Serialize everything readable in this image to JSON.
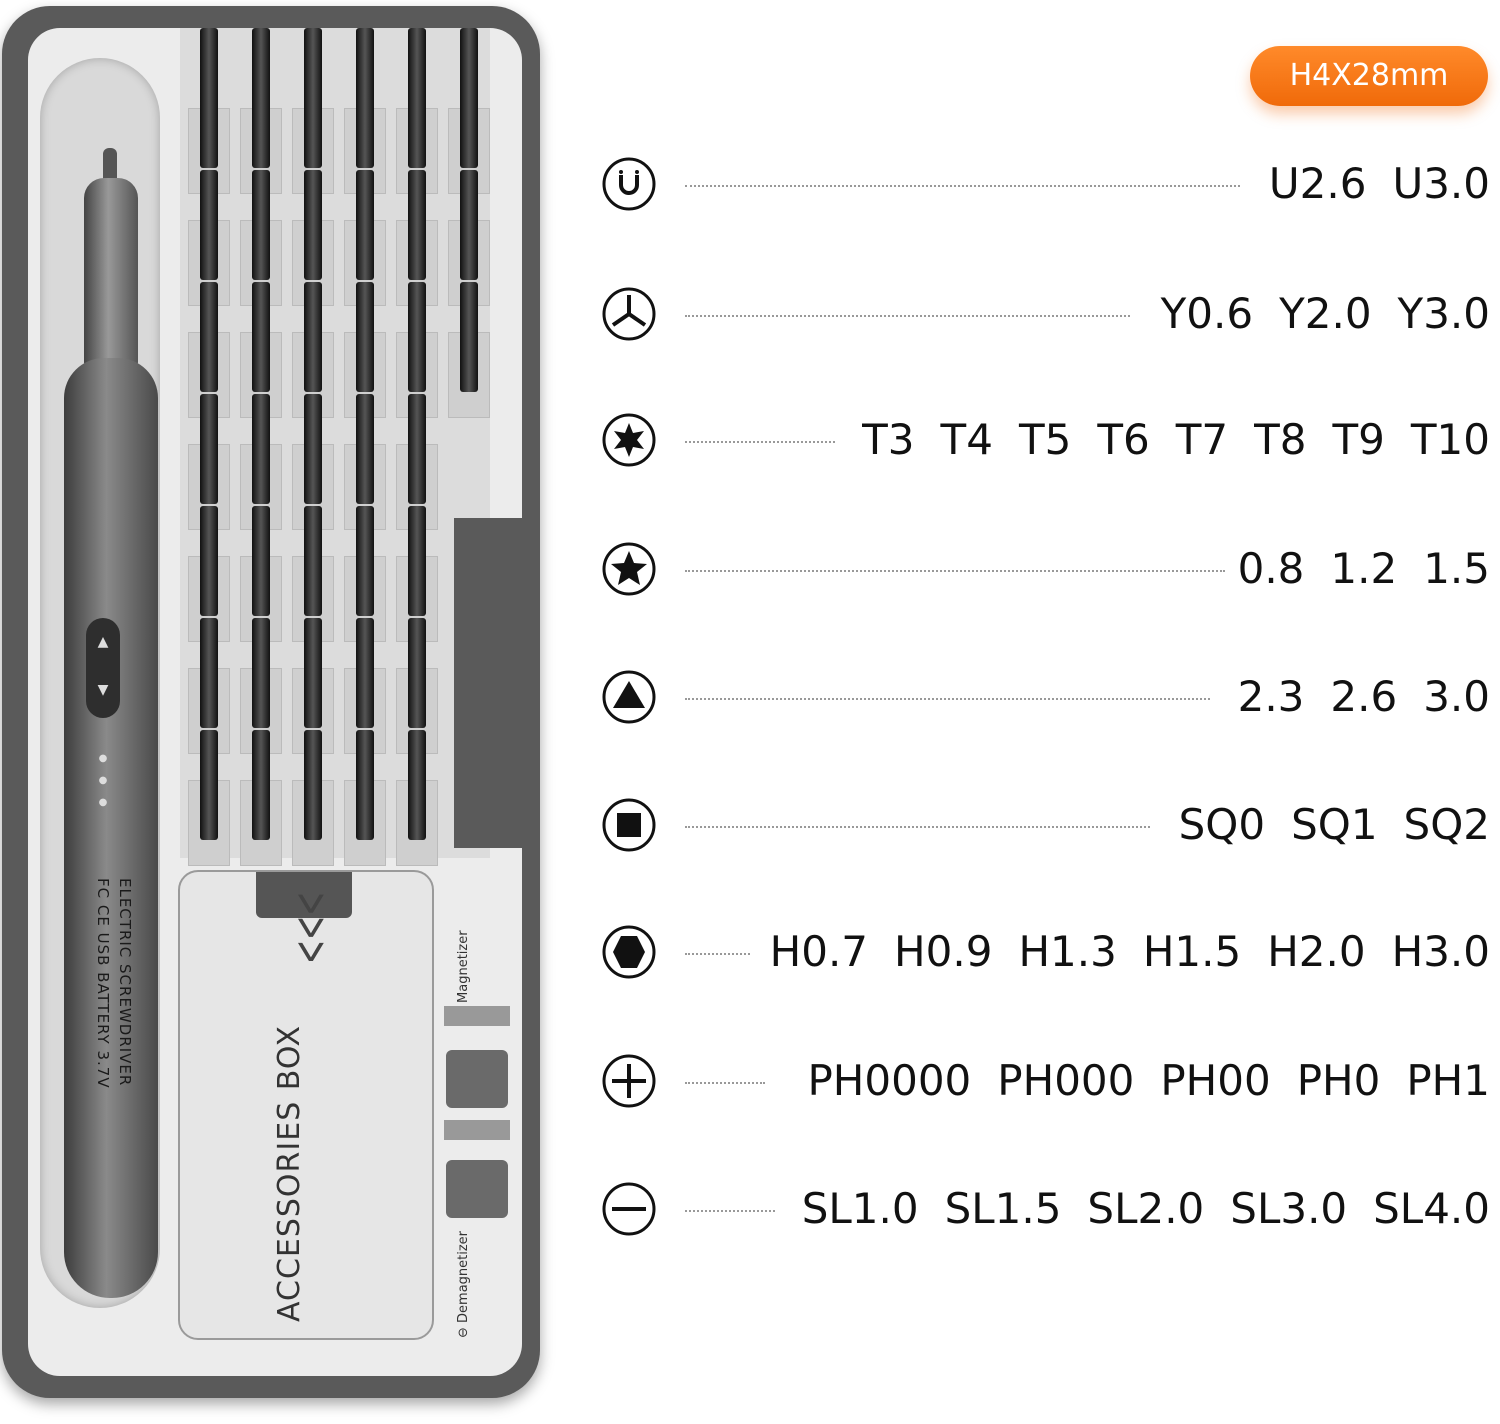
{
  "badge": "H4X28mm",
  "case": {
    "driver_text_line1": "ELECTRIC SCREWDRIVER",
    "driver_text_line2": "FC CE USB BATTERY 3.7V",
    "accessories_label": "ACCESSORIES BOX",
    "magnetizer_label": "⊕ Magnetizer",
    "demagnetizer_label": "⊖ Demagnetizer"
  },
  "rows": [
    {
      "icon": "u-shape-icon",
      "sizes": [
        "U2.6",
        "U3.0"
      ]
    },
    {
      "icon": "tri-wing-icon",
      "sizes": [
        "Y0.6",
        "Y2.0",
        "Y3.0"
      ]
    },
    {
      "icon": "torx-icon",
      "sizes": [
        "T3",
        "T4",
        "T5",
        "T6",
        "T7",
        "T8",
        "T9",
        "T10"
      ]
    },
    {
      "icon": "pentalobe-icon",
      "sizes": [
        "0.8",
        "1.2",
        "1.5"
      ]
    },
    {
      "icon": "triangle-icon",
      "sizes": [
        "2.3",
        "2.6",
        "3.0"
      ]
    },
    {
      "icon": "square-icon",
      "sizes": [
        "SQ0",
        "SQ1",
        "SQ2"
      ]
    },
    {
      "icon": "hex-icon",
      "sizes": [
        "H0.7",
        "H0.9",
        "H1.3",
        "H1.5",
        "H2.0",
        "H3.0"
      ]
    },
    {
      "icon": "phillips-icon",
      "sizes": [
        "PH0000",
        "PH000",
        "PH00",
        "PH0",
        "PH1"
      ]
    },
    {
      "icon": "slotted-icon",
      "sizes": [
        "SL1.0",
        "SL1.5",
        "SL2.0",
        "SL3.0",
        "SL4.0"
      ]
    }
  ],
  "colors": {
    "badge": "#f47a1a",
    "case": "#5a5a5a"
  }
}
